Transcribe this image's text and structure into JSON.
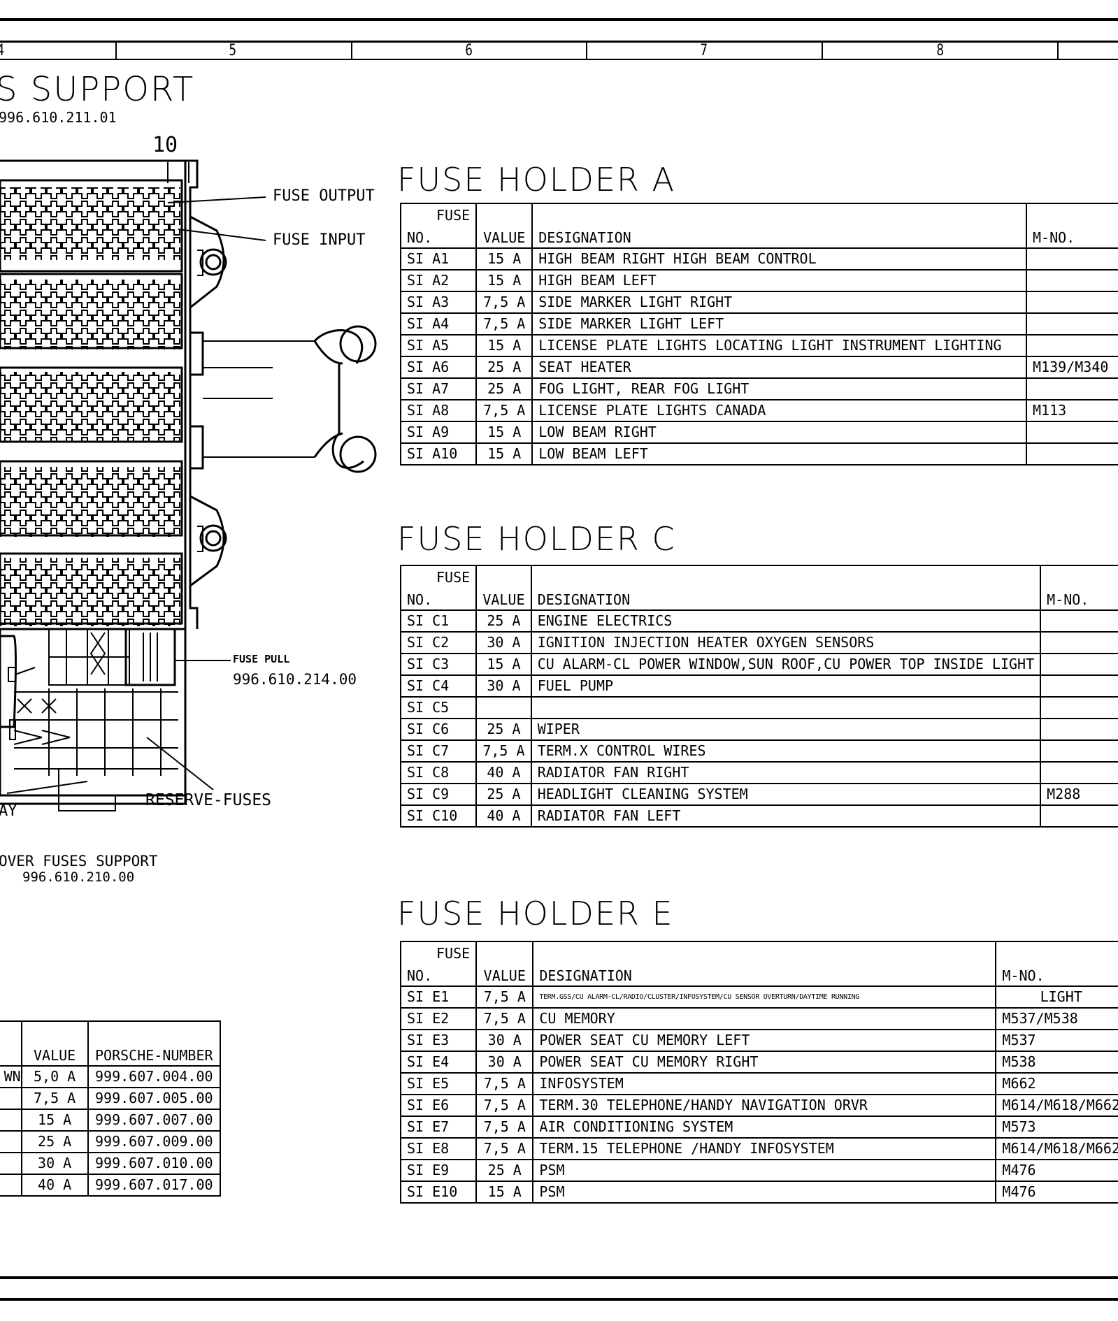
{
  "column_numbers": [
    "4",
    "5",
    "6",
    "7",
    "8"
  ],
  "left_title": "S SUPPORT",
  "left_part_no": "996.610.211.01",
  "fuse_count_label": "10",
  "callouts": {
    "fuse_output": "FUSE OUTPUT",
    "fuse_input": "FUSE INPUT",
    "fuse_pull": "FUSE PULL",
    "fuse_pull_no": "996.610.214.00",
    "relay": "AY",
    "reserve_fuses": "RESERVE-FUSES",
    "cover_label": "OVER  FUSES SUPPORT",
    "cover_no": "996.610.210.00"
  },
  "col_headers": {
    "fuse": "FUSE",
    "no": "NO.",
    "value": "VALUE",
    "designation": "DESIGNATION",
    "mno": "M-NO."
  },
  "holder_a": {
    "title": "FUSE HOLDER A",
    "rows": [
      {
        "no": "SI A1",
        "value": "15 A",
        "designation": "HIGH BEAM RIGHT      HIGH BEAM CONTROL",
        "mno": ""
      },
      {
        "no": "SI A2",
        "value": "15 A",
        "designation": "HIGH BEAM LEFT",
        "mno": ""
      },
      {
        "no": "SI A3",
        "value": "7,5 A",
        "designation": "SIDE MARKER LIGHT RIGHT",
        "mno": ""
      },
      {
        "no": "SI A4",
        "value": "7,5 A",
        "designation": "SIDE MARKER LIGHT LEFT",
        "mno": ""
      },
      {
        "no": "SI A5",
        "value": "15 A",
        "designation": "LICENSE PLATE LIGHTS LOCATING LIGHT INSTRUMENT LIGHTING",
        "mno": ""
      },
      {
        "no": "SI A6",
        "value": "25 A",
        "designation": "SEAT HEATER",
        "mno": "M139/M340"
      },
      {
        "no": "SI A7",
        "value": "25 A",
        "designation": "FOG LIGHT, REAR FOG LIGHT",
        "mno": ""
      },
      {
        "no": "SI A8",
        "value": "7,5 A",
        "designation": "LICENSE PLATE LIGHTS CANADA",
        "mno": "M113"
      },
      {
        "no": "SI A9",
        "value": "15 A",
        "designation": "LOW BEAM RIGHT",
        "mno": ""
      },
      {
        "no": "SI A10",
        "value": "15 A",
        "designation": "LOW BEAM LEFT",
        "mno": ""
      }
    ]
  },
  "holder_c": {
    "title": "FUSE HOLDER C",
    "rows": [
      {
        "no": "SI C1",
        "value": "25 A",
        "designation": "ENGINE ELECTRICS",
        "mno": ""
      },
      {
        "no": "SI C2",
        "value": "30 A",
        "designation": "IGNITION  INJECTION HEATER OXYGEN SENSORS",
        "mno": ""
      },
      {
        "no": "SI C3",
        "value": "15 A",
        "designation": "CU ALARM-CL POWER WINDOW,SUN ROOF,CU POWER TOP INSIDE LIGHT",
        "mno": ""
      },
      {
        "no": "SI C4",
        "value": "30 A",
        "designation": "FUEL PUMP",
        "mno": ""
      },
      {
        "no": "SI C5",
        "value": "",
        "designation": "",
        "mno": ""
      },
      {
        "no": "SI C6",
        "value": "25 A",
        "designation": "WIPER",
        "mno": ""
      },
      {
        "no": "SI C7",
        "value": "7,5 A",
        "designation": "TERM.X CONTROL WIRES",
        "mno": ""
      },
      {
        "no": "SI C8",
        "value": "40 A",
        "designation": "RADIATOR FAN  RIGHT",
        "mno": ""
      },
      {
        "no": "SI C9",
        "value": "25 A",
        "designation": "HEADLIGHT CLEANING SYSTEM",
        "mno": "M288"
      },
      {
        "no": "SI C10",
        "value": "40 A",
        "designation": "RADIATOR FAN LEFT",
        "mno": ""
      }
    ]
  },
  "holder_e": {
    "title": "FUSE HOLDER E",
    "rows": [
      {
        "no": "SI E1",
        "value": "7,5 A",
        "designation": "TERM.GSS/CU ALARM-CL/RADIO/CLUSTER/INFOSYSTEM/CU SENSOR OVERTURN/DAYTIME RUNNING",
        "mno": "LIGHT"
      },
      {
        "no": "SI E2",
        "value": "7,5 A",
        "designation": "CU MEMORY",
        "mno": "M537/M538"
      },
      {
        "no": "SI E3",
        "value": "30 A",
        "designation": "POWER SEAT  CU MEMORY LEFT",
        "mno": "M537"
      },
      {
        "no": "SI E4",
        "value": "30 A",
        "designation": "POWER SEAT  CU MEMORY RIGHT",
        "mno": "M538"
      },
      {
        "no": "SI E5",
        "value": "7,5 A",
        "designation": "INFOSYSTEM",
        "mno": "M662"
      },
      {
        "no": "SI E6",
        "value": "7,5 A",
        "designation": "TERM.30 TELEPHONE/HANDY  NAVIGATION  ORVR",
        "mno": "M614/M618/M662"
      },
      {
        "no": "SI E7",
        "value": "7,5 A",
        "designation": "AIR CONDITIONING SYSTEM",
        "mno": "M573"
      },
      {
        "no": "SI E8",
        "value": "7,5 A",
        "designation": "TERM.15 TELEPHONE /HANDY INFOSYSTEM",
        "mno": "M614/M618/M662"
      },
      {
        "no": "SI E9",
        "value": "25 A",
        "designation": "PSM",
        "mno": "M476"
      },
      {
        "no": "SI E10",
        "value": "15 A",
        "designation": "PSM",
        "mno": "M476"
      }
    ]
  },
  "reserve_table": {
    "headers": [
      "VALUE",
      "PORSCHE-NUMBER"
    ],
    "first_col_fragment": "WN",
    "rows": [
      {
        "value": "5,0 A",
        "number": "999.607.004.00"
      },
      {
        "value": "7,5 A",
        "number": "999.607.005.00"
      },
      {
        "value": "15 A",
        "number": "999.607.007.00"
      },
      {
        "value": "25 A",
        "number": "999.607.009.00"
      },
      {
        "value": "30 A",
        "number": "999.607.010.00"
      },
      {
        "value": "40 A",
        "number": "999.607.017.00"
      }
    ]
  }
}
